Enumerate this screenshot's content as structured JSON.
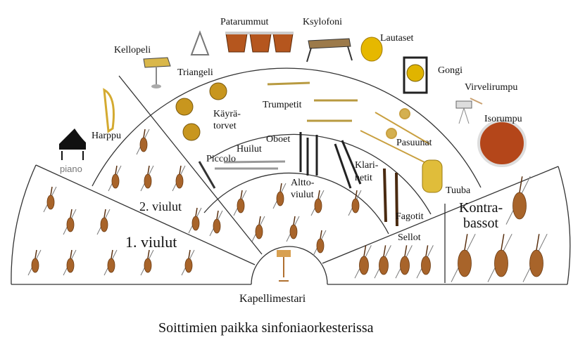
{
  "title": "Soittimien paikka sinfoniaorkesterissa",
  "conductor": "Kapellimestari",
  "sections": {
    "first_violins": "1. viulut",
    "second_violins": "2. viulut",
    "violas": [
      "Altto-",
      "viulut"
    ],
    "cellos": "Sellot",
    "double_basses": [
      "Kontra-",
      "bassot"
    ]
  },
  "woodwinds": {
    "piccolo": "Piccolo",
    "flutes": "Huilut",
    "oboes": "Oboet",
    "clarinets": [
      "Klari-",
      "netit"
    ],
    "bassoons": "Fagotit"
  },
  "brass": {
    "horns": [
      "Käyrä-",
      "torvet"
    ],
    "trumpets": "Trumpetit",
    "trombones": "Pasuunat",
    "tuba": "Tuuba"
  },
  "percussion": {
    "timpani": "Patarummut",
    "xylophone": "Ksylofoni",
    "cymbals": "Lautaset",
    "glockenspiel": "Kellopeli",
    "triangle": "Triangeli",
    "gong": "Gongi",
    "snare_drum": "Virvelirumpu",
    "bass_drum": "Isorumpu"
  },
  "others": {
    "harp": "Harppu",
    "piano": "piano"
  }
}
